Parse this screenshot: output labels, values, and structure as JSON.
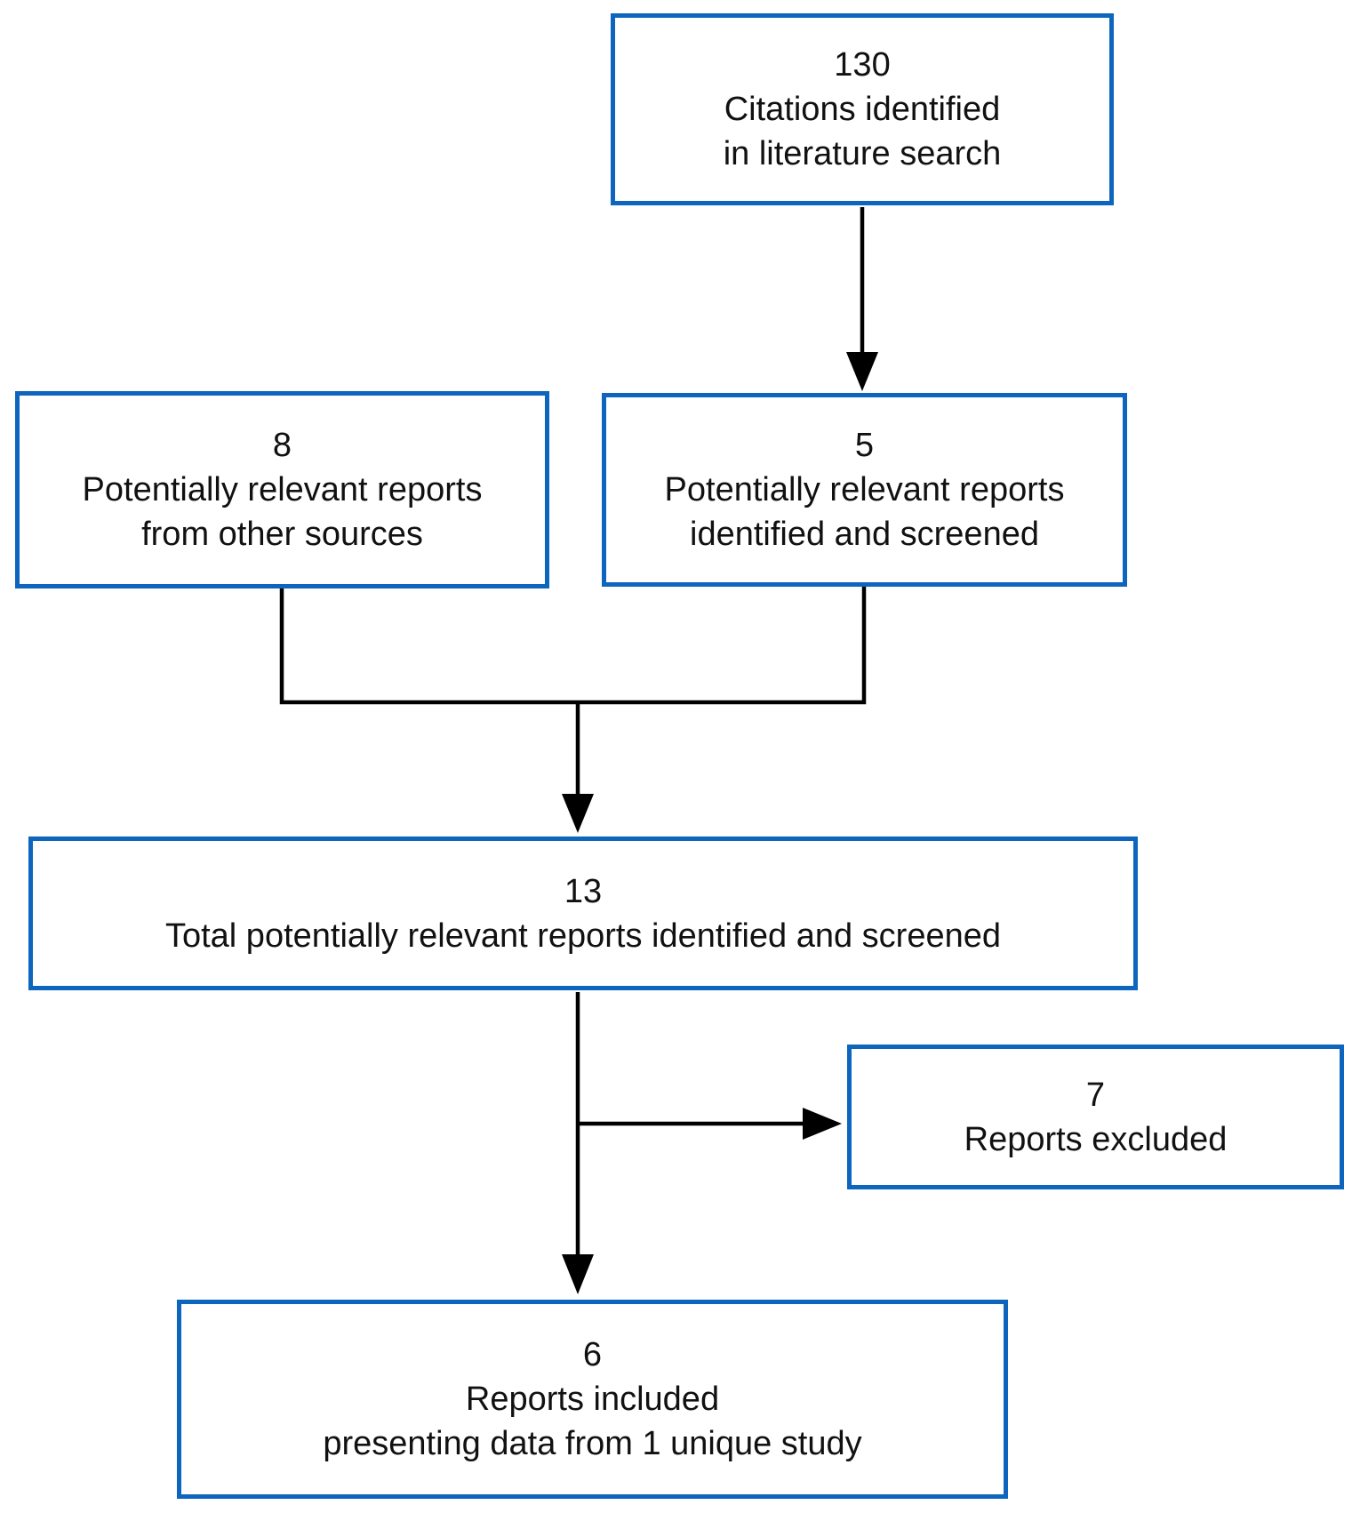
{
  "diagram": {
    "boxes": {
      "citations": {
        "count": "130",
        "line1": "Citations identified",
        "line2": "in literature search"
      },
      "other_sources": {
        "count": "8",
        "line1": "Potentially relevant reports",
        "line2": "from other sources"
      },
      "identified_screened": {
        "count": "5",
        "line1": "Potentially relevant reports",
        "line2": "identified and screened"
      },
      "total": {
        "count": "13",
        "line1": "Total potentially relevant reports identified and screened"
      },
      "excluded": {
        "count": "7",
        "line1": "Reports excluded"
      },
      "included": {
        "count": "6",
        "line1": "Reports included",
        "line2": "presenting data from 1 unique study"
      }
    },
    "colors": {
      "box_border": "#0d65bd",
      "connector": "#000000",
      "text": "#111111",
      "background": "#ffffff"
    }
  }
}
